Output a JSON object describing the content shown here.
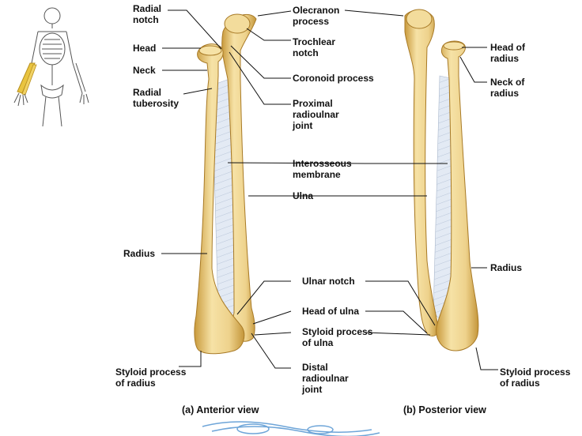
{
  "figure": {
    "labels": {
      "radial_notch": [
        "Radial",
        "notch"
      ],
      "head": [
        "Head"
      ],
      "neck": [
        "Neck"
      ],
      "radial_tuberosity": [
        "Radial",
        "tuberosity"
      ],
      "radius_a": [
        "Radius"
      ],
      "styloid_radius_a": [
        "Styloid process",
        "of radius"
      ],
      "olecranon": [
        "Olecranon",
        "process"
      ],
      "trochlear_notch": [
        "Trochlear",
        "notch"
      ],
      "coronoid": [
        "Coronoid process"
      ],
      "proximal_joint": [
        "Proximal",
        "radioulnar",
        "joint"
      ],
      "interosseous": [
        "Interosseous",
        "membrane"
      ],
      "ulna": [
        "Ulna"
      ],
      "ulnar_notch": [
        "Ulnar notch"
      ],
      "head_ulna": [
        "Head of ulna"
      ],
      "styloid_ulna": [
        "Styloid process",
        "of ulna"
      ],
      "distal_joint": [
        "Distal",
        "radioulnar",
        "joint"
      ],
      "head_radius_b": [
        "Head of",
        "radius"
      ],
      "neck_radius_b": [
        "Neck of",
        "radius"
      ],
      "radius_b": [
        "Radius"
      ],
      "styloid_radius_b": [
        "Styloid process",
        "of radius"
      ]
    },
    "captions": {
      "anterior": "(a) Anterior view",
      "posterior": "(b) Posterior view"
    },
    "colors": {
      "bone": "#eed28c",
      "bone_shadow": "#c99a3c",
      "membrane": "#dfe7f2",
      "highlight": "#e9c440"
    }
  }
}
